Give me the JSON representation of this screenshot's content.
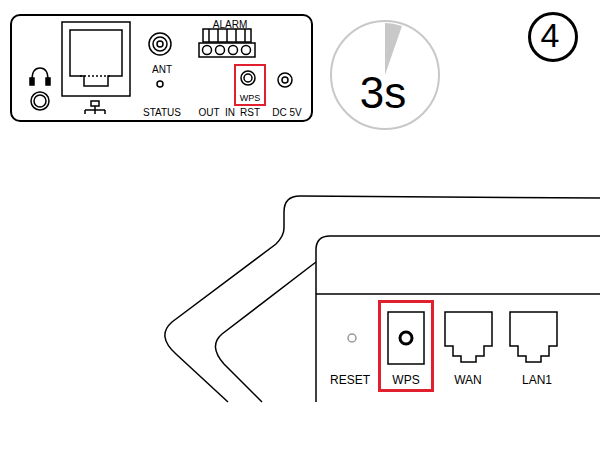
{
  "diagram": {
    "nodes": [
      {
        "text": [
          "ANT",
          "ALARM",
          "STATUS",
          "OUT",
          "IN",
          "RST",
          "DC 5V"
        ]
      },
      {
        "text": [
          "WPS"
        ],
        "in": 0
      },
      {
        "text": [
          "3s"
        ]
      },
      {
        "text": [
          "4"
        ]
      },
      {
        "text": [
          "RESET",
          "WAN",
          "LAN1"
        ]
      },
      {
        "text": [
          "WPS"
        ],
        "in": 4
      }
    ]
  }
}
